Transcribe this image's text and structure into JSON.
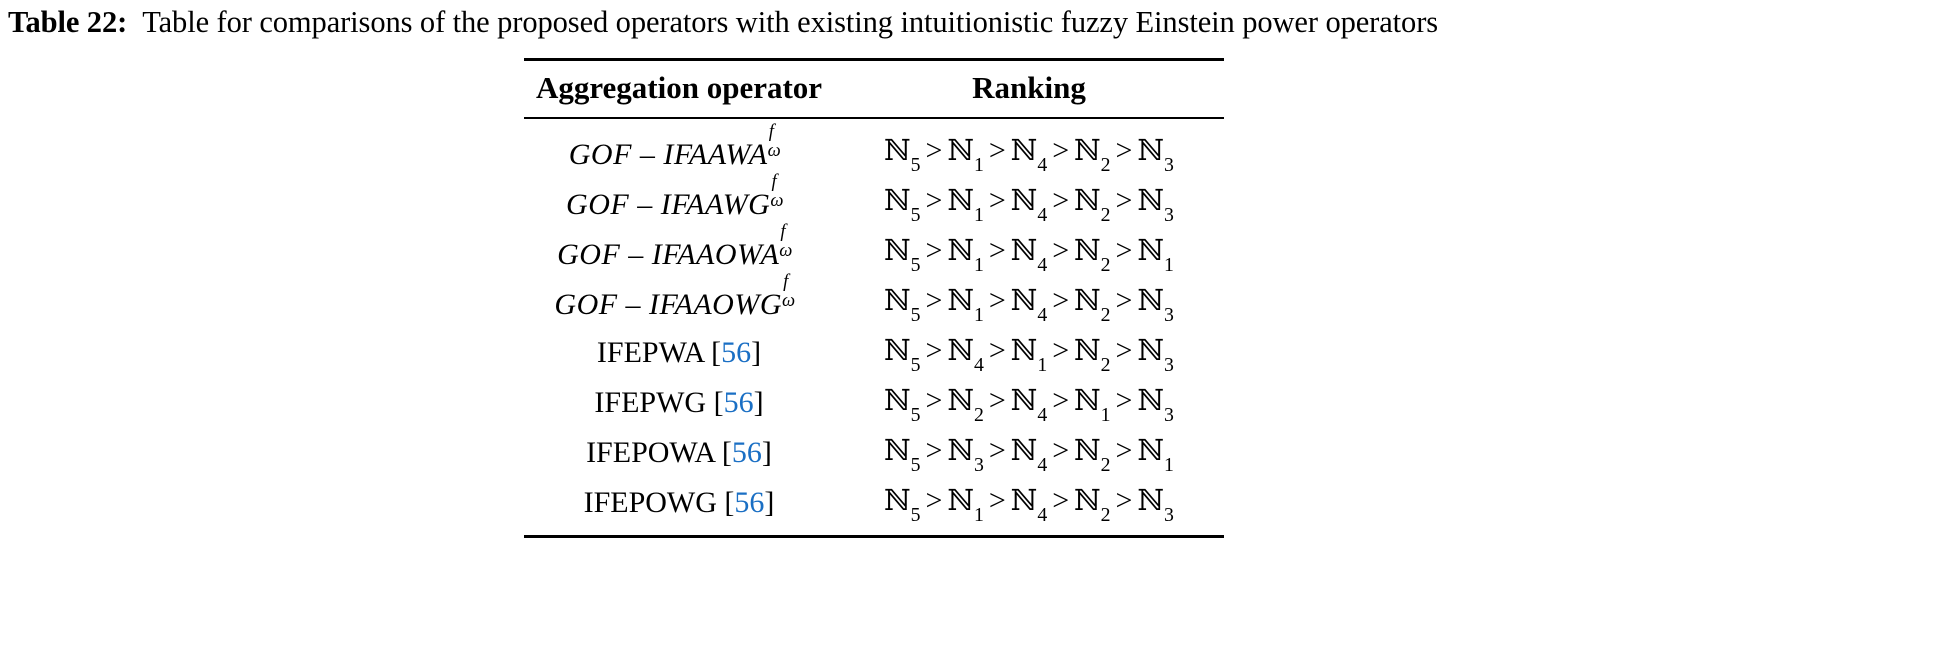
{
  "caption": {
    "label": "Table 22:",
    "text": "Table for comparisons of the proposed operators with existing intuitionistic fuzzy Einstein power operators"
  },
  "table": {
    "headers": {
      "operator": "Aggregation operator",
      "ranking": "Ranking"
    },
    "citation_color": "#1a6fc4",
    "rows": [
      {
        "style": "math",
        "base": "GOF – IFAAWA",
        "sup": "f",
        "sub": "ω",
        "citation": null,
        "ranking_text": "ℕ5 > ℕ1 > ℕ4 > ℕ2 > ℕ3",
        "ranking": [
          5,
          1,
          4,
          2,
          3
        ]
      },
      {
        "style": "math",
        "base": "GOF – IFAAWG",
        "sup": "f",
        "sub": "ω",
        "citation": null,
        "ranking_text": "ℕ5 > ℕ1 > ℕ4 > ℕ2 > ℕ3",
        "ranking": [
          5,
          1,
          4,
          2,
          3
        ]
      },
      {
        "style": "math",
        "base": "GOF – IFAAOWA",
        "sup": "f",
        "sub": "ω",
        "citation": null,
        "ranking_text": "ℕ5 > ℕ1 > ℕ4 > ℕ2 > ℕ1",
        "ranking": [
          5,
          1,
          4,
          2,
          1
        ]
      },
      {
        "style": "math",
        "base": "GOF – IFAAOWG",
        "sup": "f",
        "sub": "ω",
        "citation": null,
        "ranking_text": "ℕ5 > ℕ1 > ℕ4 > ℕ2 > ℕ3",
        "ranking": [
          5,
          1,
          4,
          2,
          3
        ]
      },
      {
        "style": "plain",
        "base": "IFEPWA",
        "sup": null,
        "sub": null,
        "citation": "56",
        "ranking_text": "ℕ5 > ℕ4 > ℕ1 > ℕ2 > ℕ3",
        "ranking": [
          5,
          4,
          1,
          2,
          3
        ]
      },
      {
        "style": "plain",
        "base": "IFEPWG",
        "sup": null,
        "sub": null,
        "citation": "56",
        "ranking_text": "ℕ5 > ℕ2 > ℕ4 > ℕ1 > ℕ3",
        "ranking": [
          5,
          2,
          4,
          1,
          3
        ]
      },
      {
        "style": "plain",
        "base": "IFEPOWA",
        "sup": null,
        "sub": null,
        "citation": "56",
        "ranking_text": "ℕ5 > ℕ3 > ℕ4 > ℕ2 > ℕ1",
        "ranking": [
          5,
          3,
          4,
          2,
          1
        ]
      },
      {
        "style": "plain",
        "base": "IFEPOWG",
        "sup": null,
        "sub": null,
        "citation": "56",
        "ranking_text": "ℕ5 > ℕ1 > ℕ4 > ℕ2 > ℕ3",
        "ranking": [
          5,
          1,
          4,
          2,
          3
        ]
      }
    ]
  }
}
